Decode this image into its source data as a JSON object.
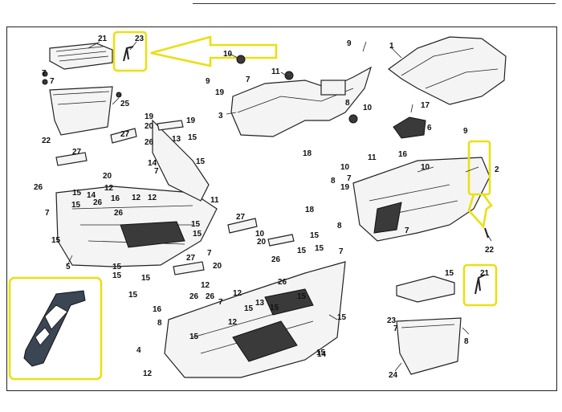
{
  "highlight_color": "#e9e015",
  "labels": [
    {
      "id": "l1",
      "text": "21"
    },
    {
      "id": "l2",
      "text": "23"
    },
    {
      "id": "l3",
      "text": "10"
    },
    {
      "id": "l4",
      "text": "9"
    },
    {
      "id": "l5",
      "text": "1"
    },
    {
      "id": "l6",
      "text": "7"
    },
    {
      "id": "l7",
      "text": "7"
    },
    {
      "id": "l8",
      "text": "25"
    },
    {
      "id": "l9",
      "text": "11"
    },
    {
      "id": "l10",
      "text": "9"
    },
    {
      "id": "l11",
      "text": "19"
    },
    {
      "id": "l12",
      "text": "7"
    },
    {
      "id": "l13",
      "text": "8"
    },
    {
      "id": "l14",
      "text": "10"
    },
    {
      "id": "l15",
      "text": "3"
    },
    {
      "id": "l16",
      "text": "17"
    },
    {
      "id": "l17",
      "text": "6"
    },
    {
      "id": "l18",
      "text": "22"
    },
    {
      "id": "l19",
      "text": "27"
    },
    {
      "id": "l20",
      "text": "19"
    },
    {
      "id": "l21",
      "text": "20"
    },
    {
      "id": "l22",
      "text": "19"
    },
    {
      "id": "l23",
      "text": "26"
    },
    {
      "id": "l24",
      "text": "13"
    },
    {
      "id": "l25",
      "text": "15"
    },
    {
      "id": "l26",
      "text": "27"
    },
    {
      "id": "l27",
      "text": "14"
    },
    {
      "id": "l28",
      "text": "7"
    },
    {
      "id": "l29",
      "text": "20"
    },
    {
      "id": "l30",
      "text": "15"
    },
    {
      "id": "l31",
      "text": "18"
    },
    {
      "id": "l32",
      "text": "8"
    },
    {
      "id": "l33",
      "text": "9"
    },
    {
      "id": "l34",
      "text": "2"
    },
    {
      "id": "l35",
      "text": "11"
    },
    {
      "id": "l36",
      "text": "16"
    },
    {
      "id": "l37",
      "text": "10"
    },
    {
      "id": "l38",
      "text": "7"
    },
    {
      "id": "l39",
      "text": "10"
    },
    {
      "id": "l40",
      "text": "19"
    },
    {
      "id": "l41",
      "text": "12"
    },
    {
      "id": "l42",
      "text": "26"
    },
    {
      "id": "l43",
      "text": "15"
    },
    {
      "id": "l44",
      "text": "14"
    },
    {
      "id": "l45",
      "text": "16"
    },
    {
      "id": "l46",
      "text": "12"
    },
    {
      "id": "l47",
      "text": "26"
    },
    {
      "id": "l48",
      "text": "12"
    },
    {
      "id": "l49",
      "text": "26"
    },
    {
      "id": "l50",
      "text": "15"
    },
    {
      "id": "l51",
      "text": "11"
    },
    {
      "id": "l52",
      "text": "27"
    },
    {
      "id": "l53",
      "text": "10"
    },
    {
      "id": "l54",
      "text": "20"
    },
    {
      "id": "l55",
      "text": "7"
    },
    {
      "id": "l56",
      "text": "7"
    },
    {
      "id": "l57",
      "text": "15"
    },
    {
      "id": "l58",
      "text": "5"
    },
    {
      "id": "l59",
      "text": "15"
    },
    {
      "id": "l60",
      "text": "15"
    },
    {
      "id": "l61",
      "text": "15"
    },
    {
      "id": "l62",
      "text": "15"
    },
    {
      "id": "l63",
      "text": "27"
    },
    {
      "id": "l64",
      "text": "7"
    },
    {
      "id": "l65",
      "text": "20"
    },
    {
      "id": "l66",
      "text": "26"
    },
    {
      "id": "l67",
      "text": "15"
    },
    {
      "id": "l68",
      "text": "15"
    },
    {
      "id": "l69",
      "text": "7"
    },
    {
      "id": "l70",
      "text": "8"
    },
    {
      "id": "l71",
      "text": "12"
    },
    {
      "id": "l72",
      "text": "26"
    },
    {
      "id": "l73",
      "text": "16"
    },
    {
      "id": "l74",
      "text": "26"
    },
    {
      "id": "l75",
      "text": "12"
    },
    {
      "id": "l76",
      "text": "8"
    },
    {
      "id": "l77",
      "text": "7"
    },
    {
      "id": "l78",
      "text": "15"
    },
    {
      "id": "l79",
      "text": "26"
    },
    {
      "id": "l80",
      "text": "15"
    },
    {
      "id": "l81",
      "text": "15"
    },
    {
      "id": "l82",
      "text": "15"
    },
    {
      "id": "l83",
      "text": "12"
    },
    {
      "id": "l84",
      "text": "15"
    },
    {
      "id": "l85",
      "text": "13"
    },
    {
      "id": "l86",
      "text": "15"
    },
    {
      "id": "l87",
      "text": "4"
    },
    {
      "id": "l88",
      "text": "14"
    },
    {
      "id": "l89",
      "text": "12"
    },
    {
      "id": "l90",
      "text": "15"
    },
    {
      "id": "l91",
      "text": "21"
    },
    {
      "id": "l92",
      "text": "23"
    },
    {
      "id": "l93",
      "text": "7"
    },
    {
      "id": "l94",
      "text": "8"
    },
    {
      "id": "l95",
      "text": "24"
    },
    {
      "id": "l96",
      "text": "22"
    },
    {
      "id": "l97",
      "text": "18"
    },
    {
      "id": "l98",
      "text": "15"
    },
    {
      "id": "l99",
      "text": "15"
    },
    {
      "id": "l100",
      "text": "15"
    },
    {
      "id": "l101",
      "text": "12"
    }
  ]
}
